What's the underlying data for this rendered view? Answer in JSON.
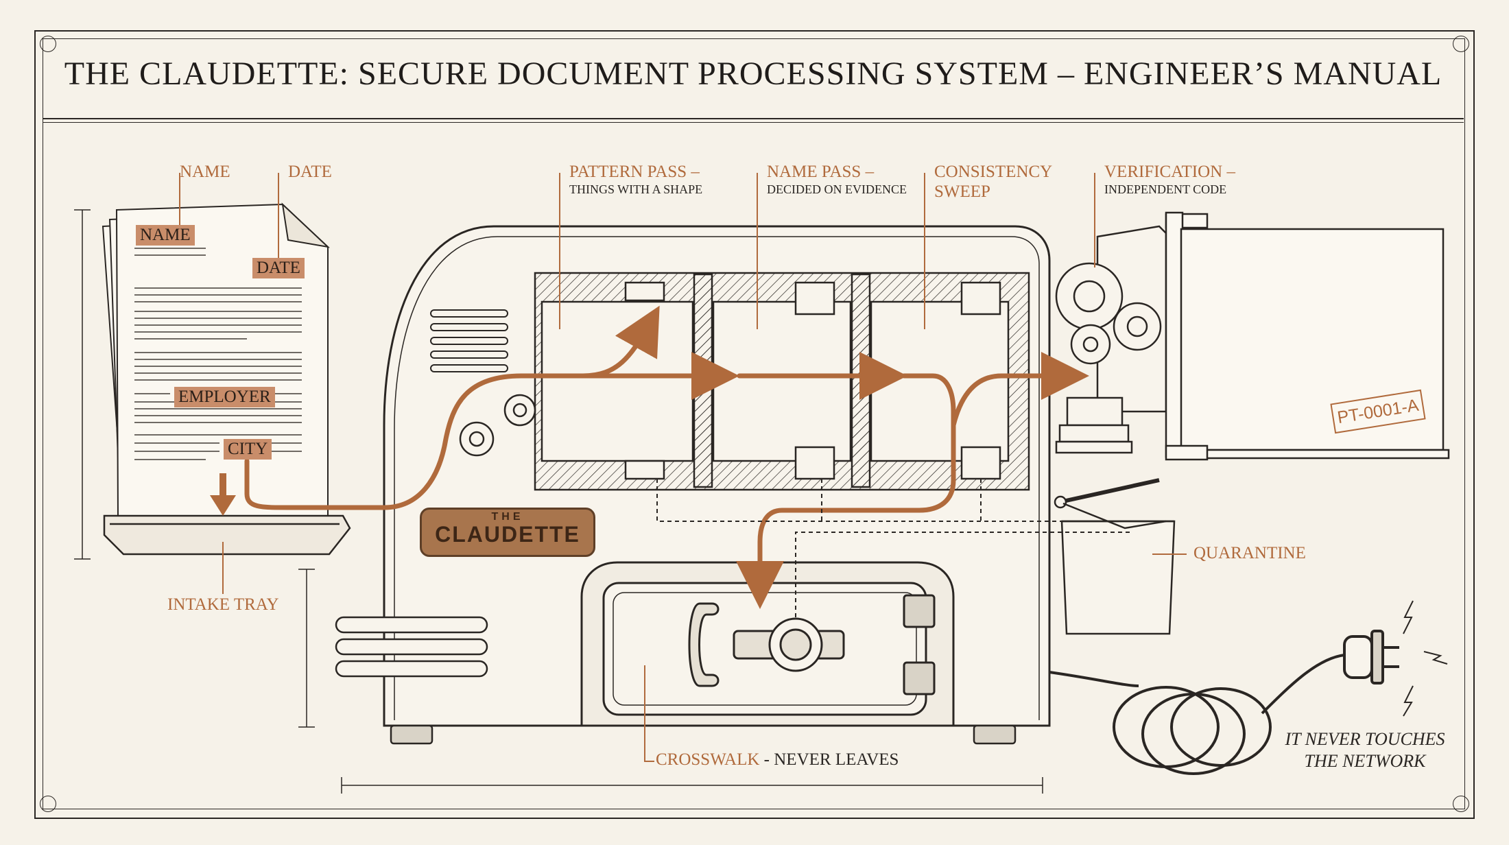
{
  "title": "THE CLAUDETTE: SECURE DOCUMENT PROCESSING SYSTEM – ENGINEER’S MANUAL",
  "callouts": {
    "name": "NAME",
    "date": "DATE",
    "pattern_pass": "PATTERN PASS –",
    "pattern_pass_sub": "THINGS WITH A SHAPE",
    "name_pass": "NAME PASS –",
    "name_pass_sub": "DECIDED ON EVIDENCE",
    "consistency_1": "CONSISTENCY",
    "consistency_2": "SWEEP",
    "verification": "VERIFICATION –",
    "verification_sub": "INDEPENDENT CODE",
    "intake_tray": "INTAKE TRAY",
    "quarantine": "QUARANTINE",
    "crosswalk": "CROSSWALK",
    "crosswalk_sub": "- NEVER LEAVES"
  },
  "document_tags": {
    "name": "NAME",
    "date": "DATE",
    "employer": "EMPLOYER",
    "city": "CITY"
  },
  "plate": {
    "top": "THE",
    "main": "CLAUDETTE"
  },
  "output_stamp": "PT-0001-A",
  "network_note_1": "IT NEVER TOUCHES",
  "network_note_2": "THE NETWORK",
  "colors": {
    "ink": "#2a2623",
    "copper": "#b06a3c",
    "paper": "#f6f2e9",
    "tag": "#c98d6a"
  }
}
